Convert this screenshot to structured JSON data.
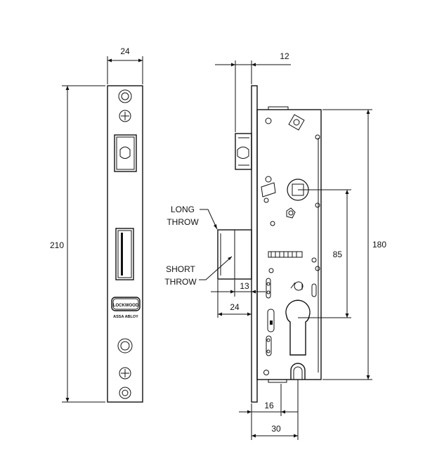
{
  "dimensions": {
    "faceplate_width": "24",
    "faceplate_height": "210",
    "faceplate_thickness": "12",
    "case_height": "180",
    "spindle_to_cylinder": "85",
    "short_throw_depth": "13",
    "long_throw_depth": "24",
    "backset": "16",
    "case_depth": "30"
  },
  "labels": {
    "long_throw": [
      "LONG",
      "THROW"
    ],
    "short_throw": [
      "SHORT",
      "THROW"
    ],
    "brand": "LOCKWOOD",
    "brand_sub": "ASSA ABLOY"
  },
  "colors": {
    "line": "#111111",
    "background": "#ffffff"
  }
}
